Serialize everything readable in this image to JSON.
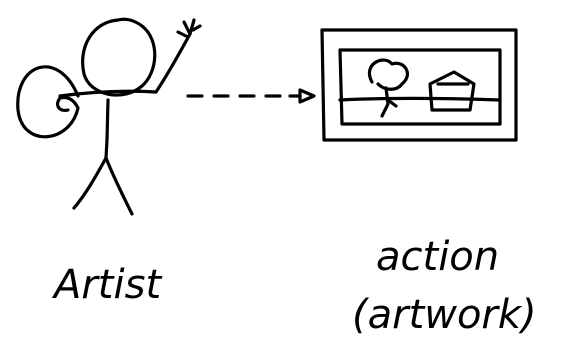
{
  "labels": {
    "left": "Artist",
    "right_line1": "action",
    "right_line2": "(artwork)"
  },
  "colors": {
    "ink": "#000000",
    "background": "#ffffff"
  }
}
